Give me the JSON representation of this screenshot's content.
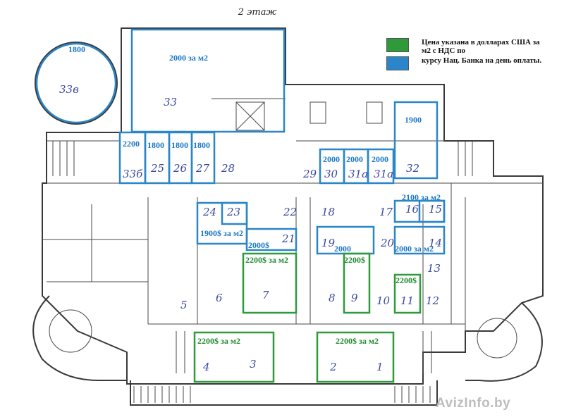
{
  "title": "2 этаж",
  "colors": {
    "green": "#2e9a3a",
    "blue": "#2a86c8",
    "line": "#3a3a3a",
    "blue_text": "#1b78c4",
    "green_text": "#1f8a2e",
    "hand": "#3a48a0"
  },
  "legend": {
    "green_text": "Цена указана в  долларах США за м2 с НДС по",
    "blue_text": "курсу Нац. Банка на день оплаты."
  },
  "watermark": "AvizInfo.by",
  "prices": [
    {
      "id": "p1800-round",
      "text": "1800",
      "color": "blue"
    },
    {
      "id": "p2000-top",
      "text": "2000 за м2",
      "color": "blue"
    },
    {
      "id": "p1900-right",
      "text": "1900",
      "color": "blue"
    },
    {
      "id": "p2200-a",
      "text": "2200",
      "color": "blue"
    },
    {
      "id": "p1800-a",
      "text": "1800",
      "color": "blue"
    },
    {
      "id": "p1800-b",
      "text": "1800",
      "color": "blue"
    },
    {
      "id": "p1800-c",
      "text": "1800",
      "color": "blue"
    },
    {
      "id": "p2000-a",
      "text": "2000",
      "color": "blue"
    },
    {
      "id": "p2000-b",
      "text": "2000",
      "color": "blue"
    },
    {
      "id": "p2000-c",
      "text": "2000",
      "color": "blue"
    },
    {
      "id": "p2100",
      "text": "2100 за м2",
      "color": "blue"
    },
    {
      "id": "p1900s",
      "text": "1900$ за м2",
      "color": "blue"
    },
    {
      "id": "p2000s",
      "text": "2000$",
      "color": "blue"
    },
    {
      "id": "p2200s-mid",
      "text": "2200$ за м2",
      "color": "green"
    },
    {
      "id": "p2000-mid",
      "text": "2000",
      "color": "blue"
    },
    {
      "id": "p2200s-small",
      "text": "2200$",
      "color": "green"
    },
    {
      "id": "p2000-right",
      "text": "2000 за м2",
      "color": "blue"
    },
    {
      "id": "p2200s-right",
      "text": "2200$",
      "color": "green"
    },
    {
      "id": "p2200s-left-bottom",
      "text": "2200$ за м2",
      "color": "green"
    },
    {
      "id": "p2200s-right-bottom",
      "text": "2200$ за м2",
      "color": "green"
    }
  ],
  "rooms": [
    "33в",
    "33",
    "33б",
    "25",
    "26",
    "27",
    "28",
    "29",
    "30",
    "31а",
    "31а",
    "32",
    "24",
    "23",
    "22",
    "21",
    "18",
    "17",
    "16",
    "15",
    "14",
    "13",
    "19",
    "20",
    "7",
    "6",
    "5",
    "8",
    "9",
    "10",
    "11",
    "12",
    "4",
    "3",
    "2",
    "1"
  ]
}
